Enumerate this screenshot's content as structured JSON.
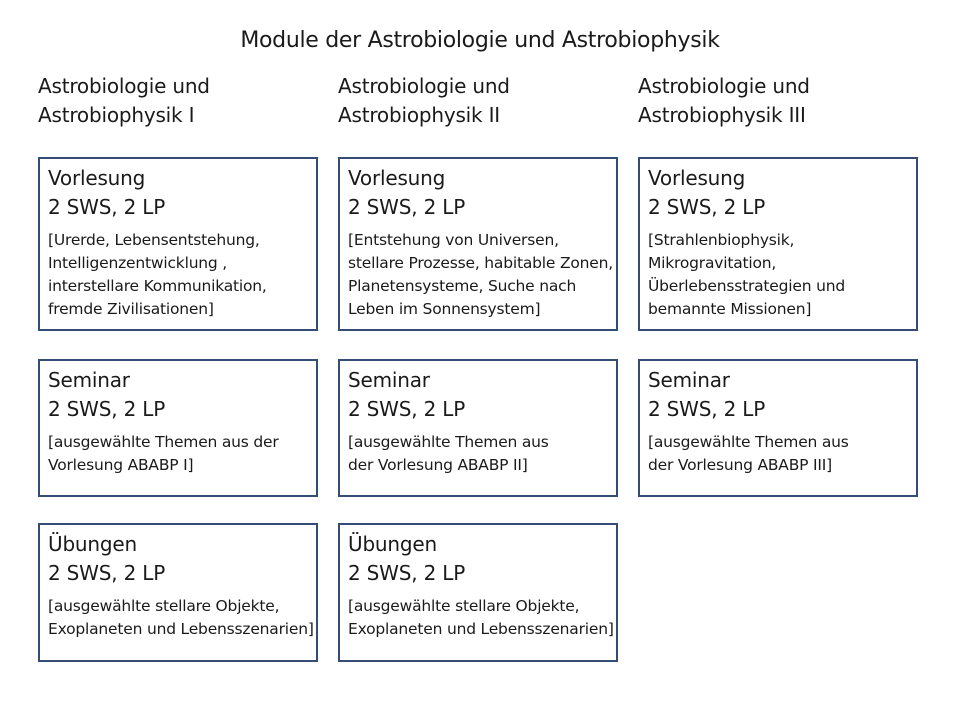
{
  "title": "Module der Astrobiologie und Astrobiophysik",
  "columns": [
    {
      "heading": [
        "Astrobiologie und",
        "Astrobiophysik I"
      ],
      "modules": [
        {
          "name": "Vorlesung",
          "credits": "2 SWS, 2 LP",
          "desc": [
            "[Urerde, Lebensentstehung,",
            "Intelligenzentwicklung ,",
            "interstellare Kommunikation,",
            "fremde Zivilisationen]"
          ]
        },
        {
          "name": "Seminar",
          "credits": "2 SWS, 2 LP",
          "desc": [
            "[ausgewählte Themen aus der",
            "Vorlesung ABABP I]"
          ]
        },
        {
          "name": "Übungen",
          "credits": "2 SWS, 2 LP",
          "desc": [
            "[ausgewählte stellare Objekte,",
            "Exoplaneten und Lebensszenarien]"
          ]
        }
      ]
    },
    {
      "heading": [
        "Astrobiologie und",
        "Astrobiophysik II"
      ],
      "modules": [
        {
          "name": "Vorlesung",
          "credits": "2 SWS, 2 LP",
          "desc": [
            "[Entstehung von Universen,",
            "stellare Prozesse, habitable Zonen,",
            "Planetensysteme, Suche nach",
            "Leben im Sonnensystem]"
          ]
        },
        {
          "name": "Seminar",
          "credits": "2 SWS, 2 LP",
          "desc": [
            "[ausgewählte Themen aus",
            "der Vorlesung ABABP II]"
          ]
        },
        {
          "name": "Übungen",
          "credits": "2 SWS, 2 LP",
          "desc": [
            "[ausgewählte stellare Objekte,",
            "Exoplaneten und Lebensszenarien]"
          ]
        }
      ]
    },
    {
      "heading": [
        "Astrobiologie und",
        "Astrobiophysik III"
      ],
      "modules": [
        {
          "name": "Vorlesung",
          "credits": "2 SWS, 2 LP",
          "desc": [
            "[Strahlenbiophysik,",
            "Mikrogravitation,",
            "Überlebensstrategien und",
            "bemannte Missionen]"
          ]
        },
        {
          "name": "Seminar",
          "credits": "2 SWS, 2 LP",
          "desc": [
            "[ausgewählte Themen aus",
            "der Vorlesung ABABP III]"
          ]
        }
      ]
    }
  ],
  "colors": {
    "box_border": "#334d74",
    "text": "#1a1a1a",
    "background": "#ffffff"
  }
}
